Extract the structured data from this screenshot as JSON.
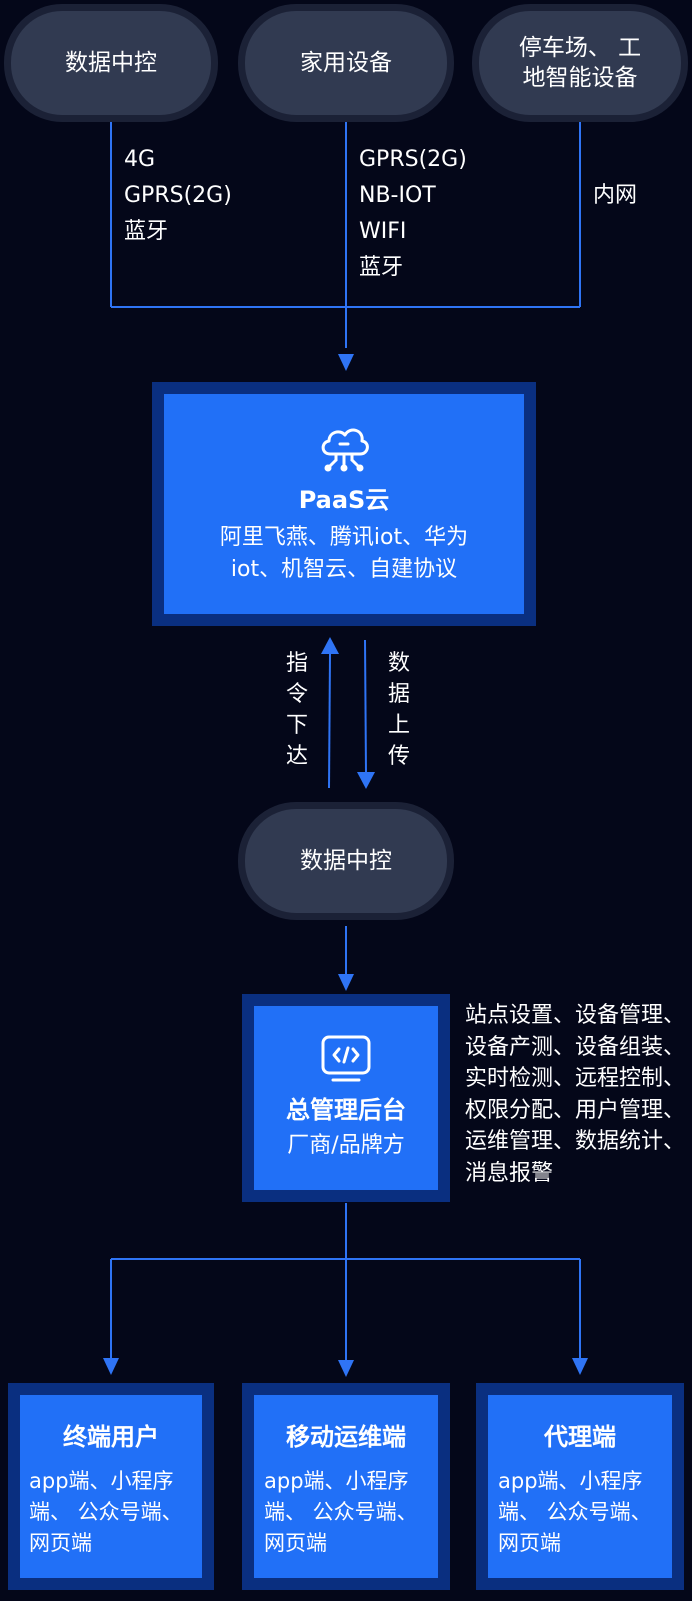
{
  "sources": [
    {
      "label": "数据中控",
      "protocols": [
        "4G",
        "GPRS(2G)",
        "蓝牙"
      ]
    },
    {
      "label": "家用设备",
      "protocols": [
        "GPRS(2G)",
        "NB-IOT",
        "WIFI",
        "蓝牙"
      ]
    },
    {
      "label_lines": [
        "停车场、 工",
        "地智能设备"
      ],
      "protocols": [
        "内网"
      ]
    }
  ],
  "paas": {
    "icon": "cloud-icon",
    "title": "PaaS云",
    "desc_lines": [
      "阿里飞燕、腾讯iot、华为",
      "iot、机智云、自建协议"
    ]
  },
  "command_label": [
    "指",
    "令",
    "下",
    "达"
  ],
  "upload_label": [
    "数",
    "据",
    "上",
    "传"
  ],
  "hub": {
    "label": "数据中控"
  },
  "admin": {
    "icon": "code-window-icon",
    "title": "总管理后台",
    "subtitle": "厂商/品牌方",
    "features": [
      "站点设置、设备管理、",
      "设备产测、设备组装、",
      "实时检测、远程控制、",
      "权限分配、用户管理、",
      "运维管理、数据统计、",
      "消息报警"
    ]
  },
  "clients": [
    {
      "title": "终端用户",
      "desc_lines": [
        "app端、小程序",
        "端、 公众号端、",
        "网页端"
      ]
    },
    {
      "title": "移动运维端",
      "desc_lines": [
        "app端、小程序",
        "端、 公众号端、",
        "网页端"
      ]
    },
    {
      "title": "代理端",
      "desc_lines": [
        "app端、小程序",
        "端、 公众号端、",
        "网页端"
      ]
    }
  ],
  "colors": {
    "background": "#040719",
    "pill": "#313a51",
    "box": "#2170f7",
    "box_border": "#0a2f80",
    "line": "#2f74f5"
  }
}
